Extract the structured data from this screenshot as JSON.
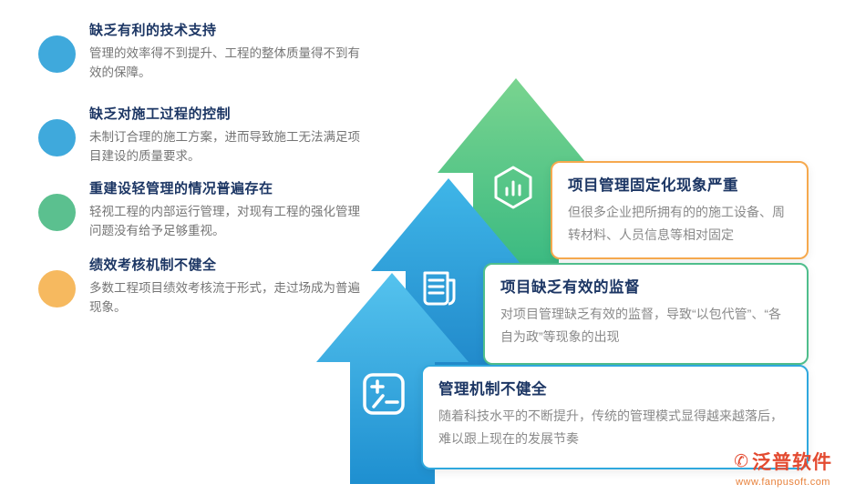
{
  "left_items": [
    {
      "dot_color": "#3fa9dc",
      "title": "缺乏有利的技术支持",
      "body": "管理的效率得不到提升、工程的整体质量得不到有效的保障。"
    },
    {
      "dot_color": "#3fa9dc",
      "title": "缺乏对施工过程的控制",
      "body": "未制订合理的施工方案，进而导致施工无法满足项目建设的质量要求。"
    },
    {
      "dot_color": "#5bc08f",
      "title": "重建设轻管理的情况普遍存在",
      "body": "轻视工程的内部运行管理，对现有工程的强化管理问题没有给予足够重视。"
    },
    {
      "dot_color": "#f6b95f",
      "title": "绩效考核机制不健全",
      "body": "多数工程项目绩效考核流于形式，走过场成为普遍现象。"
    }
  ],
  "cards": [
    {
      "accent": "#f6a94e",
      "icon": "hexagon-chart-icon",
      "title": "项目管理固定化现象严重",
      "body": "但很多企业把所拥有的的施工设备、周转材料、人员信息等相对固定"
    },
    {
      "accent": "#4fbe8c",
      "icon": "document-icon",
      "title": "项目缺乏有效的监督",
      "body": "对项目管理缺乏有效的监督，导致“以包代管”、“各自为政”等现象的出现"
    },
    {
      "accent": "#2fa8de",
      "icon": "calculator-icon",
      "title": "管理机制不健全",
      "body": "随着科技水平的不断提升，传统的管理模式显得越来越落后，难以跟上现在的发展节奏"
    }
  ],
  "arrows": [
    {
      "name": "green-arrow",
      "top": "#79d48f",
      "bottom": "#2fb57f"
    },
    {
      "name": "blue-arrow-middle",
      "top": "#3fb6e8",
      "bottom": "#1c82c6"
    },
    {
      "name": "blue-arrow-bottom",
      "top": "#55c3ee",
      "bottom": "#1e8fd0"
    }
  ],
  "logo": {
    "name": "泛普软件",
    "url": "www.fanpusoft.com",
    "color": "#e34a30"
  }
}
